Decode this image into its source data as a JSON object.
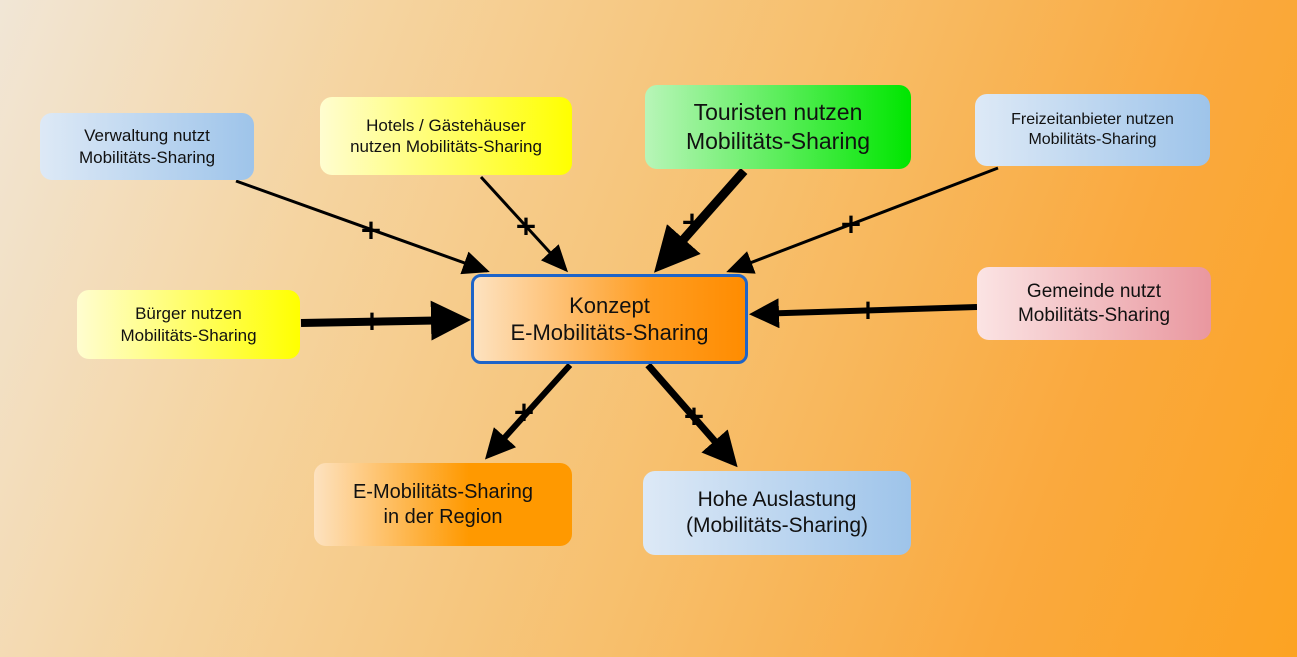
{
  "center": {
    "line1": "Konzept",
    "line2": "E-Mobilitäts-Sharing"
  },
  "nodes": {
    "verwaltung": {
      "line1": "Verwaltung nutzt",
      "line2": "Mobilitäts-Sharing"
    },
    "hotels": {
      "line1": "Hotels / Gästehäuser",
      "line2": "nutzen Mobilitäts-Sharing"
    },
    "touristen": {
      "line1": "Touristen nutzen",
      "line2": "Mobilitäts-Sharing"
    },
    "freizeit": {
      "line1": "Freizeitanbieter nutzen",
      "line2": "Mobilitäts-Sharing"
    },
    "buerger": {
      "line1": "Bürger nutzen",
      "line2": "Mobilitäts-Sharing"
    },
    "gemeinde": {
      "line1": "Gemeinde nutzt",
      "line2": "Mobilitäts-Sharing"
    },
    "region": {
      "line1": "E-Mobilitäts-Sharing",
      "line2": "in der Region"
    },
    "auslastung": {
      "line1": "Hohe Auslastung",
      "line2": "(Mobilitäts-Sharing)"
    }
  },
  "edge_sign": "+",
  "colors": {
    "blue_box": "#9ec4ea",
    "yellow_box": "#ffff00",
    "green_box": "#00e600",
    "pink_box": "#e9979f",
    "orange_box": "#ff9900",
    "center_border": "#1e64c8",
    "arrow": "#000000"
  }
}
